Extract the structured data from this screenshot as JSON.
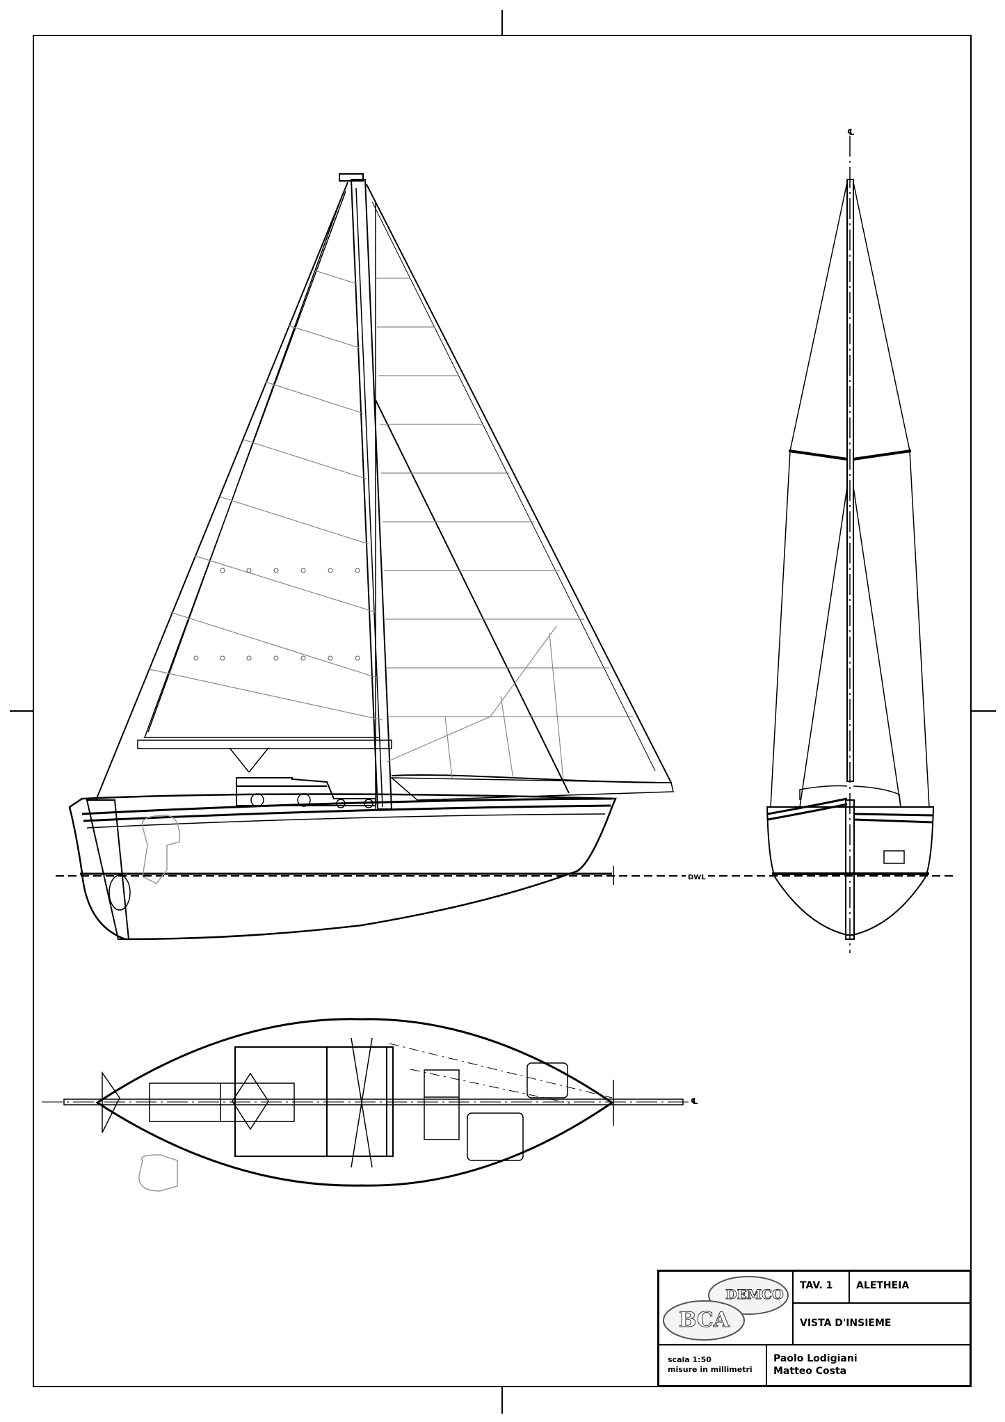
{
  "drawing": {
    "title": "ALETHEIA",
    "sheet_number_label": "TAV. 1",
    "subject": "VISTA D'INSIEME",
    "scale": "scala 1:50",
    "units": "misure in millimetri",
    "authors": [
      "Paolo Lodigiani",
      "Matteo Costa"
    ],
    "logos": [
      "DEMCO",
      "BCA"
    ]
  },
  "annotations": {
    "waterline_label": "DWL",
    "centerline_symbol": "℄"
  },
  "views": [
    {
      "name": "side-elevation",
      "label": "Profile view with mainsail, jib, mast, hull and outboard motor"
    },
    {
      "name": "stern-view",
      "label": "Transverse view with mast, spreaders, shrouds and rudder"
    },
    {
      "name": "plan-view",
      "label": "Deck plan with cockpit, cabin, hatches, boom and bowsprit"
    }
  ],
  "colors": {
    "ink": "#000000",
    "secondary_lines": "#888888",
    "paper": "#ffffff"
  }
}
